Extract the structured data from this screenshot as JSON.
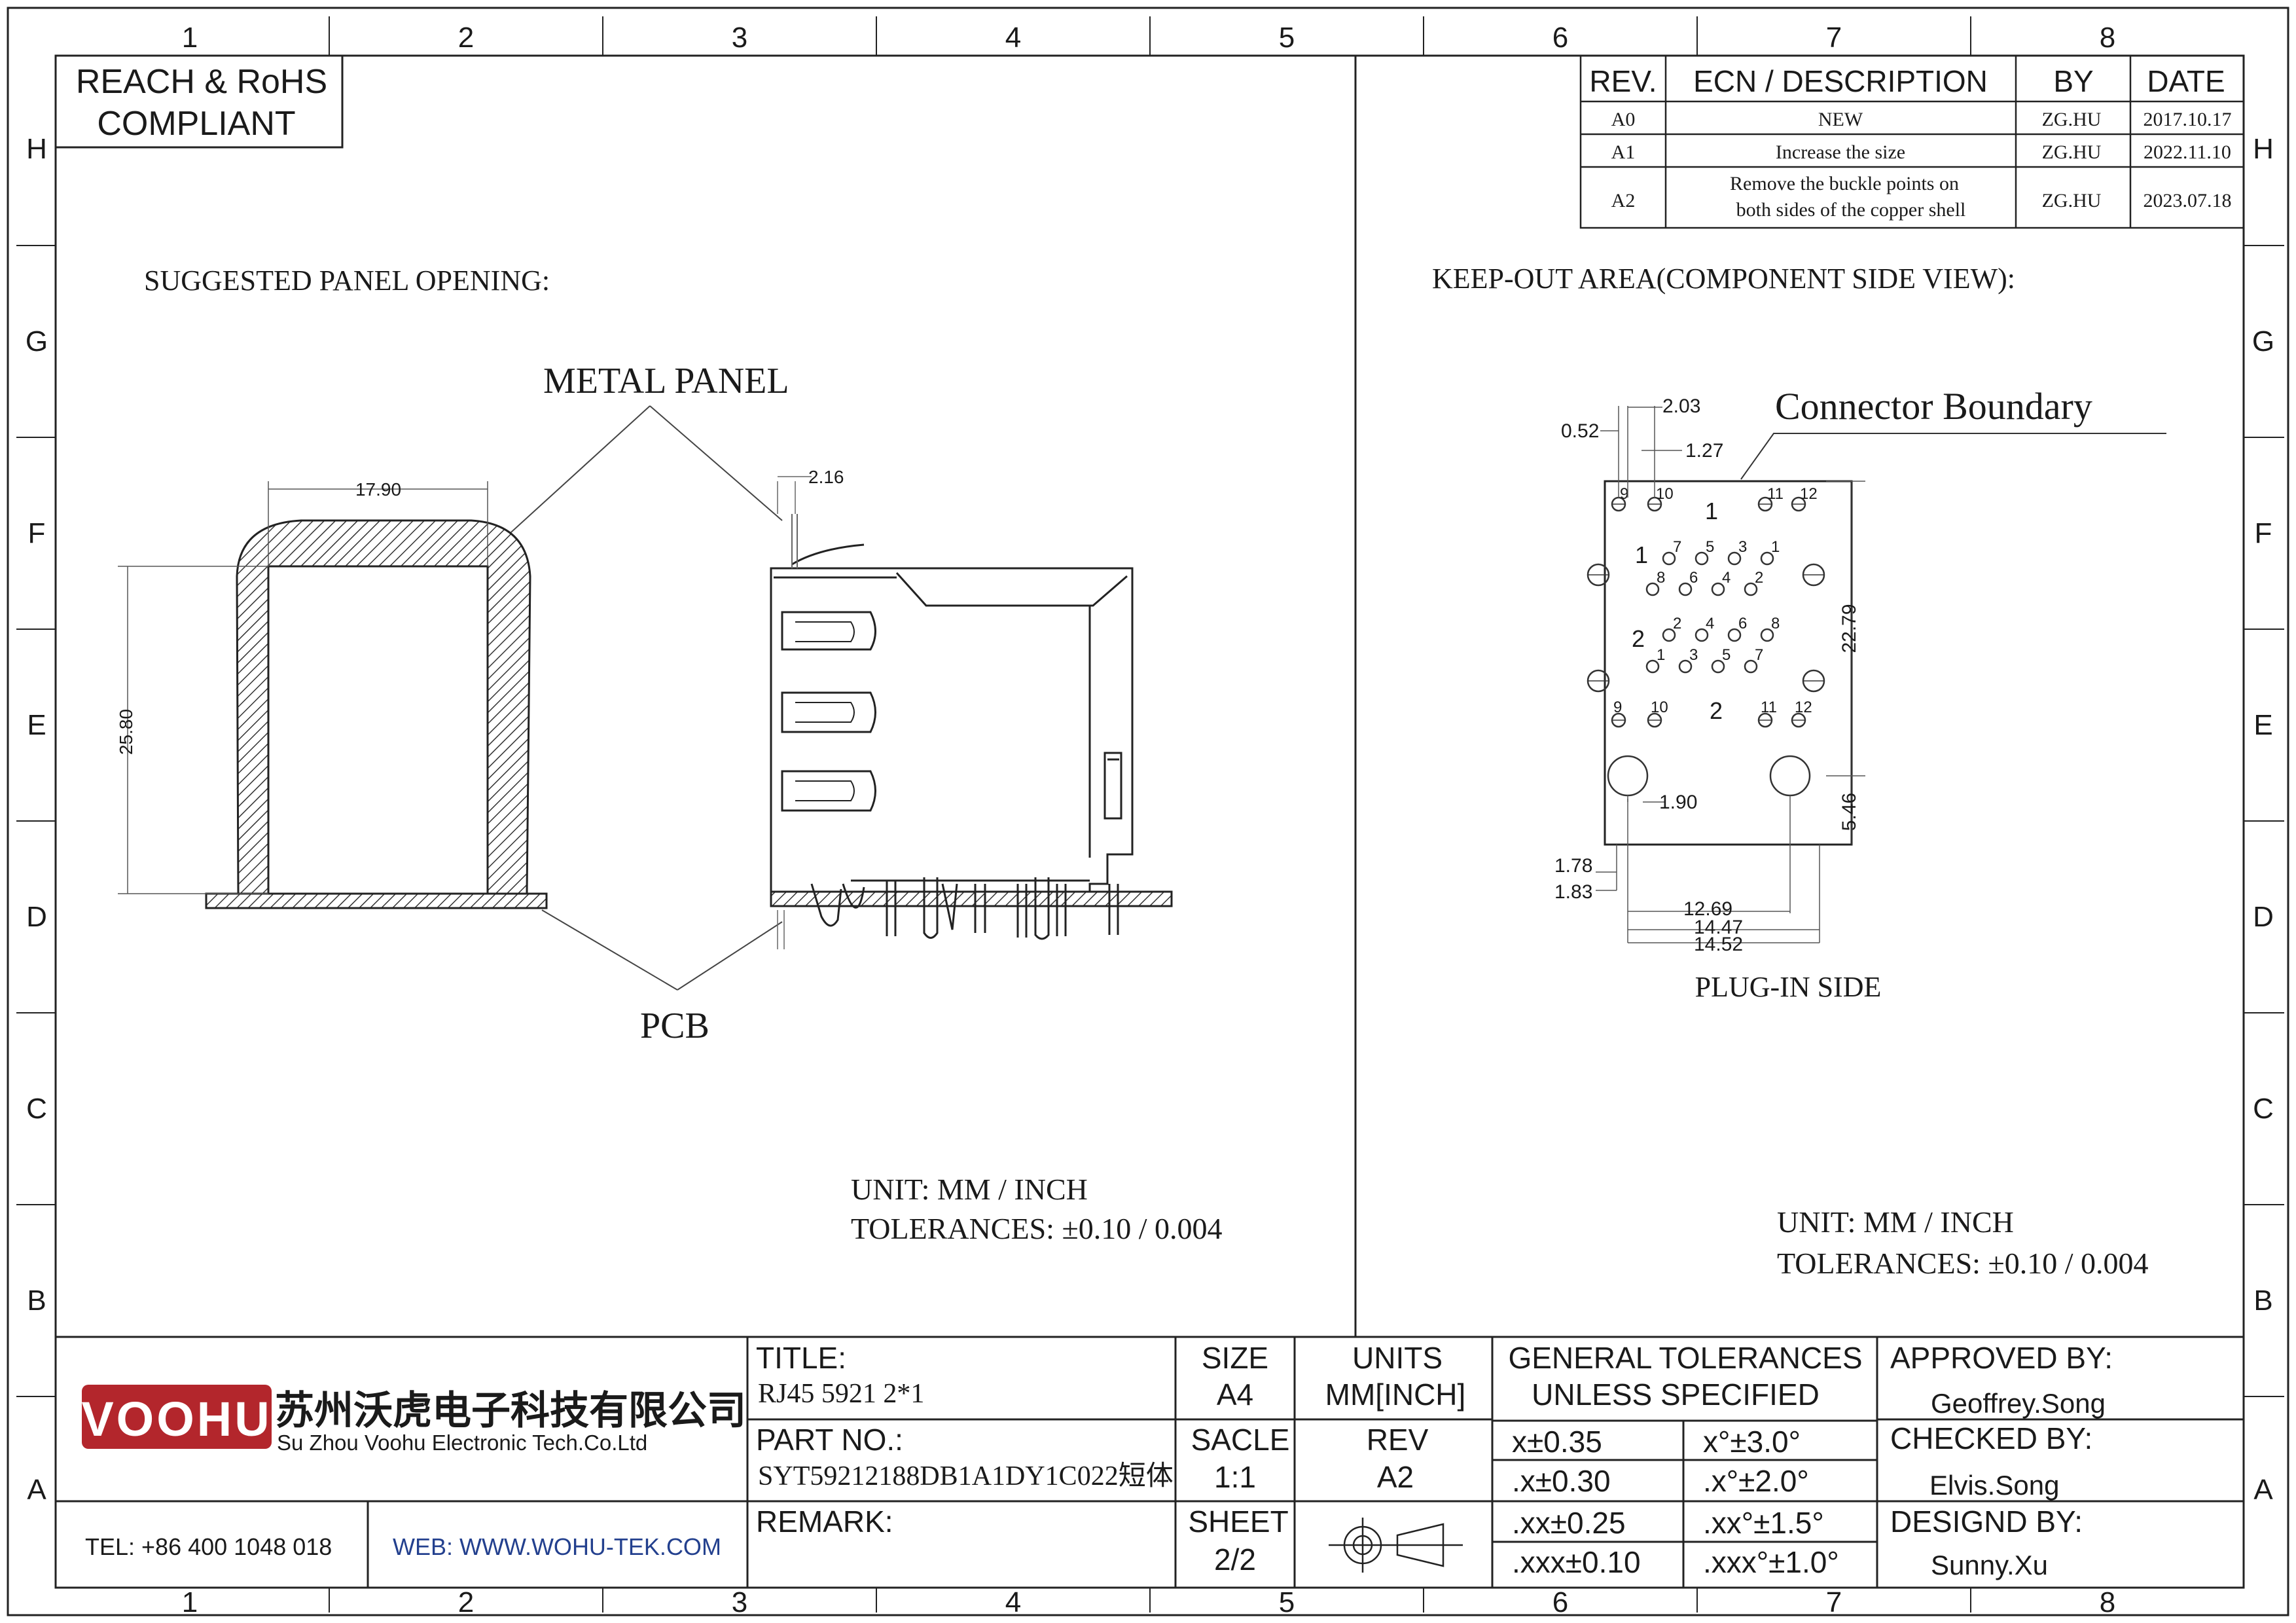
{
  "frame": {
    "columns": [
      "1",
      "2",
      "3",
      "4",
      "5",
      "6",
      "7",
      "8"
    ],
    "rows": [
      "H",
      "G",
      "F",
      "E",
      "D",
      "C",
      "B",
      "A"
    ]
  },
  "compliance": {
    "line1": "REACH & RoHS",
    "line2": "COMPLIANT"
  },
  "revision_table": {
    "headers": {
      "rev": "REV.",
      "description": "ECN / DESCRIPTION",
      "by": "BY",
      "date": "DATE"
    },
    "rows": [
      {
        "rev": "A0",
        "description": "NEW",
        "description2": "",
        "by": "ZG.HU",
        "date": "2017.10.17"
      },
      {
        "rev": "A1",
        "description": "Increase the size",
        "description2": "",
        "by": "ZG.HU",
        "date": "2022.11.10"
      },
      {
        "rev": "A2",
        "description": "Remove the buckle points on",
        "description2": "both sides of the copper shell",
        "by": "ZG.HU",
        "date": "2023.07.18"
      }
    ]
  },
  "panel_view": {
    "heading": "SUGGESTED PANEL OPENING:",
    "metal_panel_label": "METAL PANEL",
    "pcb_label": "PCB",
    "dims": {
      "width": "17.90",
      "height": "25.80",
      "panel_thickness": "2.16"
    }
  },
  "keepout_view": {
    "heading": "KEEP-OUT AREA(COMPONENT SIDE VIEW):",
    "boundary_label": "Connector Boundary",
    "plug_side_label": "PLUG-IN SIDE",
    "port_labels": {
      "top": "1",
      "bottom": "2",
      "row_a": "1",
      "row_b": "2"
    },
    "pin_numbers": {
      "port1_shield": [
        "9",
        "10",
        "11",
        "12"
      ],
      "port1_upper": [
        "7",
        "5",
        "3",
        "1"
      ],
      "port1_lower": [
        "8",
        "6",
        "4",
        "2"
      ],
      "port2_upper": [
        "2",
        "4",
        "6",
        "8"
      ],
      "port2_lower": [
        "1",
        "3",
        "5",
        "7"
      ],
      "port2_shield": [
        "9",
        "10",
        "11",
        "12"
      ]
    },
    "dims": {
      "d_2_03": "2.03",
      "d_0_52": "0.52",
      "d_1_27": "1.27",
      "d_22_79": "22.79",
      "d_1_90": "1.90",
      "d_5_46": "5.46",
      "d_1_78": "1.78",
      "d_1_83": "1.83",
      "d_12_69": "12.69",
      "d_14_47": "14.47",
      "d_14_52": "14.52"
    }
  },
  "unit_notes": {
    "unit": "UNIT: MM / INCH",
    "tolerance": "TOLERANCES: ±0.10 / 0.004"
  },
  "title_block": {
    "logo": "VOOHU",
    "company_cn": "苏州沃虎电子科技有限公司",
    "company_en": "Su Zhou Voohu Electronic Tech.Co.Ltd",
    "tel": "TEL: +86 400 1048 018",
    "web": "WEB: WWW.WOHU-TEK.COM",
    "title_label": "TITLE:",
    "title_value": "RJ45 5921 2*1",
    "part_label": "PART NO.:",
    "part_value": "SYT59212188DB1A1DY1C022短体",
    "remark_label": "REMARK:",
    "size_label": "SIZE",
    "size_value": "A4",
    "units_label": "UNITS",
    "units_value": "MM[INCH]",
    "scale_label": "SACLE",
    "scale_value": "1:1",
    "rev_label": "REV",
    "rev_value": "A2",
    "sheet_label": "SHEET",
    "sheet_value": "2/2",
    "gen_tol_line1": "GENERAL TOLERANCES",
    "gen_tol_line2": "UNLESS SPECIFIED",
    "tolerances": [
      {
        "linear": "x±0.35",
        "angular": "x°±3.0°"
      },
      {
        "linear": ".x±0.30",
        "angular": ".x°±2.0°"
      },
      {
        "linear": ".xx±0.25",
        "angular": ".xx°±1.5°"
      },
      {
        "linear": ".xxx±0.10",
        "angular": ".xxx°±1.0°"
      }
    ],
    "approved_label": "APPROVED BY:",
    "approved_value": "Geoffrey.Song",
    "checked_label": "CHECKED BY:",
    "checked_value": "Elvis.Song",
    "design_label": "DESIGND BY:",
    "design_value": "Sunny.Xu"
  }
}
